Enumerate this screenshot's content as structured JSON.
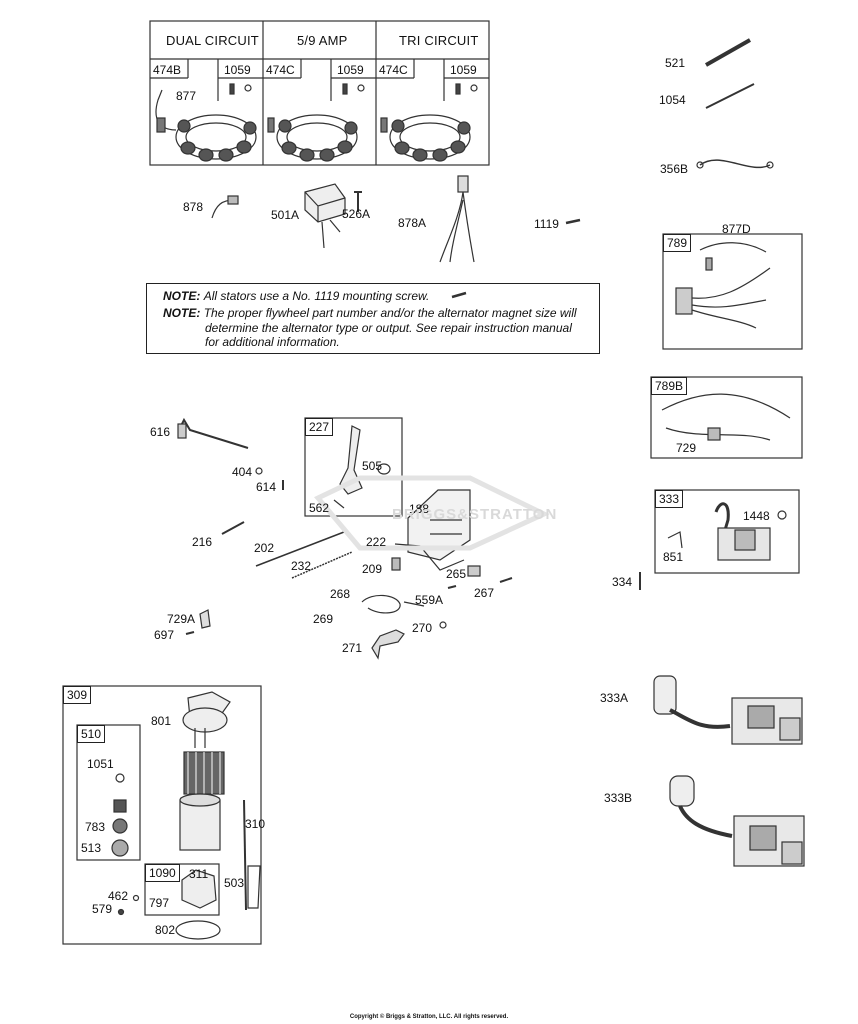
{
  "stator_table": {
    "headers": [
      "DUAL CIRCUIT",
      "5/9 AMP",
      "TRI CIRCUIT"
    ],
    "cells": [
      {
        "stator": "474B",
        "screw": "1059"
      },
      {
        "stator": "474C",
        "screw": "1059"
      },
      {
        "stator": "474C",
        "screw": "1059"
      }
    ]
  },
  "note": {
    "line1_prefix": "NOTE:",
    "line1_text": "All stators use a No. 1119 mounting screw.",
    "line2_prefix": "NOTE:",
    "line2_text": "The proper flywheel part number and/or the alternator magnet size will",
    "line3_text": "determine the alternator type or output. See repair instruction manual",
    "line4_text": "for additional information."
  },
  "boxes": {
    "b227": "227",
    "b789": "789",
    "b789B": "789B",
    "b333": "333",
    "b309": "309",
    "b510": "510",
    "b1090": "1090"
  },
  "labels": {
    "p877": "877",
    "p878": "878",
    "p501A": "501A",
    "p526A": "526A",
    "p878A": "878A",
    "p1119": "1119",
    "p521": "521",
    "p1054": "1054",
    "p356B": "356B",
    "p877D": "877D",
    "p729": "729",
    "p1448": "1448",
    "p851": "851",
    "p334": "334",
    "p616": "616",
    "p404": "404",
    "p614": "614",
    "p505": "505",
    "p562": "562",
    "p188": "188",
    "p216": "216",
    "p202": "202",
    "p232": "232",
    "p222": "222",
    "p209": "209",
    "p265": "265",
    "p267": "267",
    "p268": "268",
    "p559A": "559A",
    "p269": "269",
    "p270": "270",
    "p271": "271",
    "p729A": "729A",
    "p697": "697",
    "p333A": "333A",
    "p333B": "333B",
    "p801": "801",
    "p1051": "1051",
    "p310": "310",
    "p783": "783",
    "p513": "513",
    "p311": "311",
    "p797": "797",
    "p503": "503",
    "p462": "462",
    "p579": "579",
    "p802": "802"
  },
  "watermark": "BRIGGS&STRATTON",
  "copyright": "Copyright © Briggs & Stratton, LLC. All rights reserved."
}
